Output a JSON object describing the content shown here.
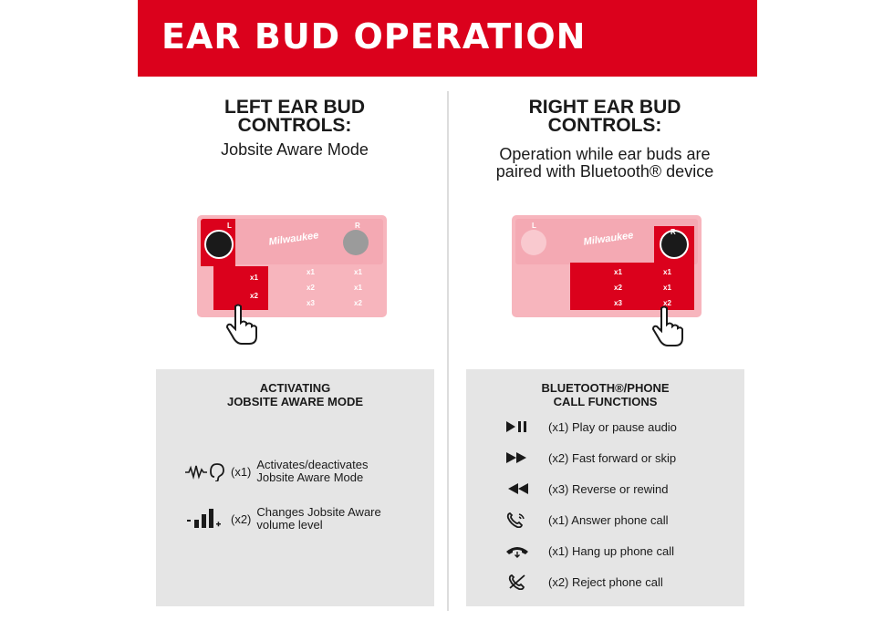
{
  "header": {
    "title": "EAR BUD OPERATION"
  },
  "left": {
    "title_line1": "LEFT EAR BUD",
    "title_line2": "CONTROLS:",
    "subtitle": "Jobsite Aware Mode",
    "panel_title_line1": "ACTIVATING",
    "panel_title_line2": "JOBSITE AWARE MODE",
    "rows": [
      {
        "icon": "jobsite-aware-ear-icon",
        "count": "(x1)",
        "line1": "Activates/deactivates",
        "line2": "Jobsite Aware Mode"
      },
      {
        "icon": "volume-level-icon",
        "count": "(x2)",
        "line1": "Changes Jobsite Aware",
        "line2": "volume level"
      }
    ]
  },
  "right": {
    "title_line1": "RIGHT EAR BUD",
    "title_line2": "CONTROLS:",
    "subtitle_line1": "Operation while ear buds are",
    "subtitle_line2": "paired with Bluetooth® device",
    "panel_title_line1": "BLUETOOTH®/PHONE",
    "panel_title_line2": "CALL FUNCTIONS",
    "rows": [
      {
        "icon": "play-pause-icon",
        "text": "(x1) Play or pause audio"
      },
      {
        "icon": "fast-forward-icon",
        "text": "(x2) Fast forward or skip"
      },
      {
        "icon": "rewind-icon",
        "text": "(x3) Reverse or rewind"
      },
      {
        "icon": "answer-call-icon",
        "text": "(x1) Answer phone call"
      },
      {
        "icon": "hang-up-icon",
        "text": "(x1) Hang up phone call"
      },
      {
        "icon": "reject-call-icon",
        "text": "(x2) Reject phone call"
      }
    ]
  },
  "case": {
    "logo": "Milwaukee",
    "left_label": "L",
    "right_label": "R",
    "x1": "x1",
    "x2": "x2",
    "x3": "x3"
  },
  "colors": {
    "brand_red": "#db011c",
    "panel_gray": "#e5e5e5",
    "case_pink": "#f7b5bd"
  }
}
